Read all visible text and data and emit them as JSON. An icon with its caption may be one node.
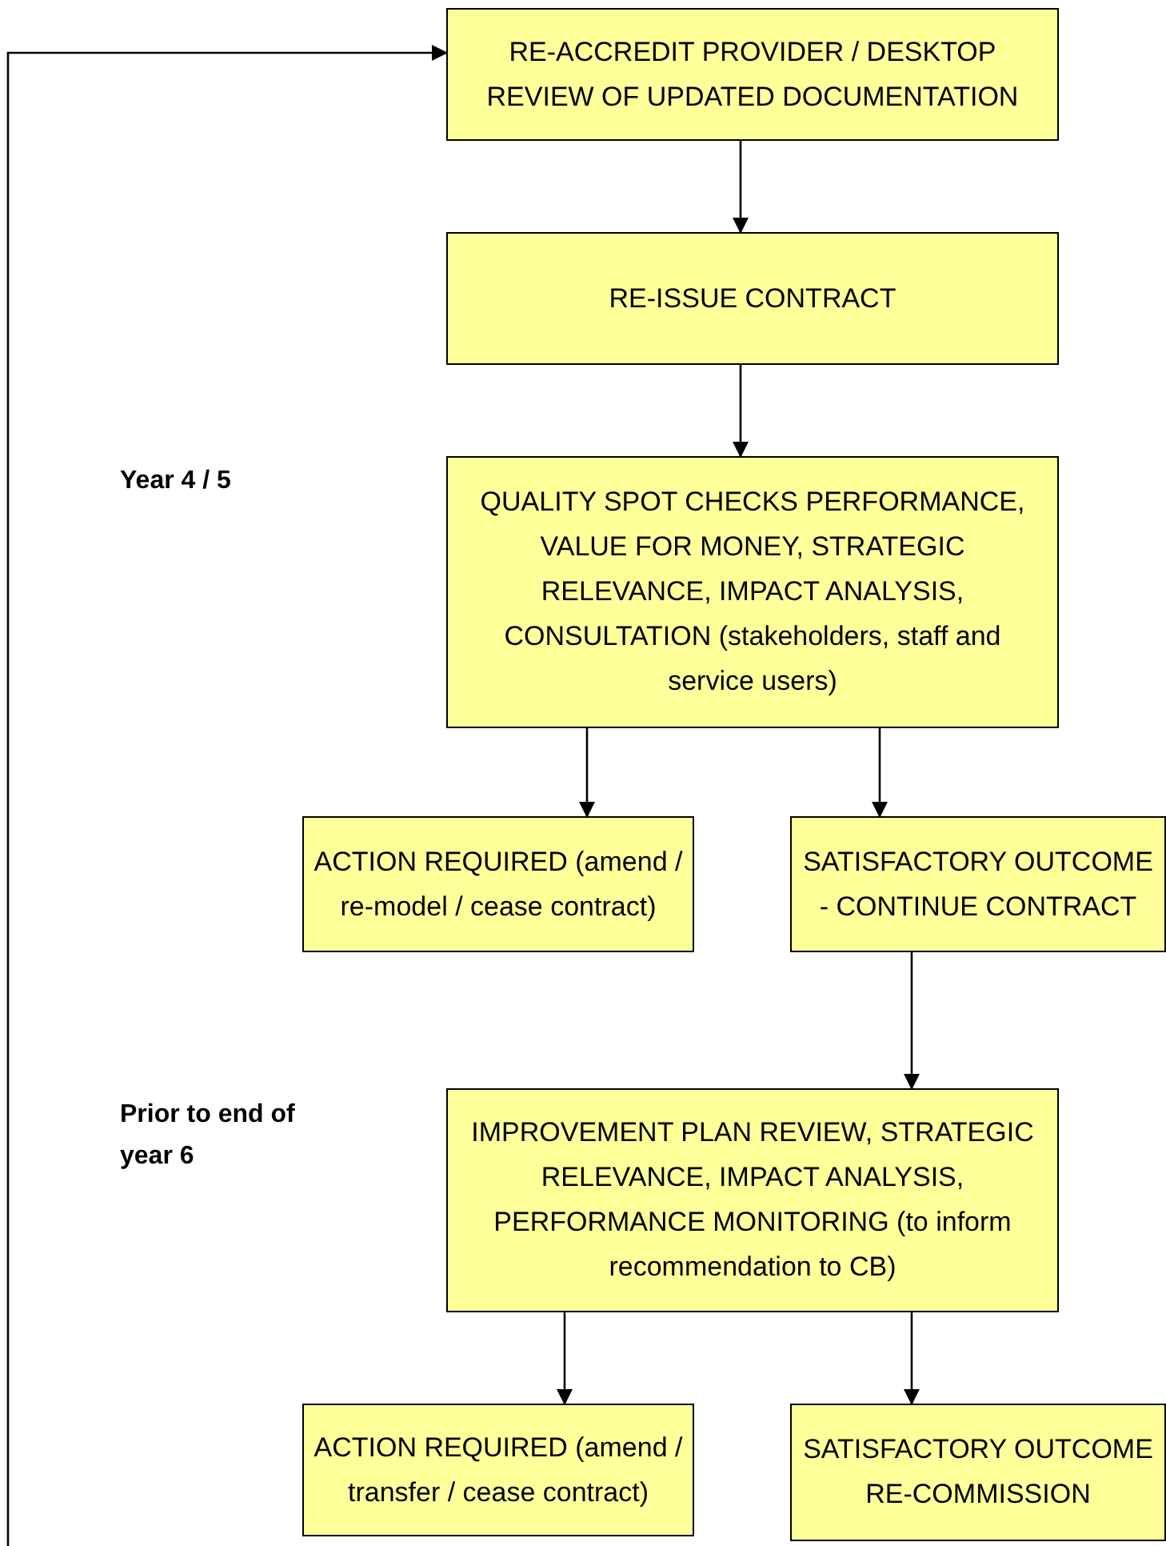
{
  "diagram": {
    "nodes": [
      {
        "text": [
          "RE-ACCREDIT PROVIDER / DESKTOP REVIEW OF UPDATED DOCUMENTATION"
        ]
      },
      {
        "text": [
          "RE-ISSUE CONTRACT"
        ]
      },
      {
        "text": [
          "QUALITY SPOT CHECKS PERFORMANCE, VALUE FOR MONEY, STRATEGIC RELEVANCE, IMPACT ANALYSIS, CONSULTATION (stakeholders, staff and service users)"
        ]
      },
      {
        "text": [
          "ACTION REQUIRED (amend / re-model / cease contract)"
        ]
      },
      {
        "text": [
          "SATISFACTORY OUTCOME - CONTINUE CONTRACT"
        ]
      },
      {
        "text": [
          "IMPROVEMENT PLAN REVIEW, STRATEGIC RELEVANCE, IMPACT ANALYSIS, PERFORMANCE MONITORING (to inform recommendation to CB)"
        ]
      },
      {
        "text": [
          "ACTION REQUIRED (amend / transfer / cease contract)"
        ]
      },
      {
        "text": [
          "SATISFACTORY OUTCOME RE-COMMISSION"
        ]
      }
    ],
    "edges": [
      {
        "from": 0,
        "to": 1,
        "arrow": "to"
      },
      {
        "from": 1,
        "to": 2,
        "arrow": "to"
      },
      {
        "from": 2,
        "to": 3,
        "arrow": "to"
      },
      {
        "from": 2,
        "to": 4,
        "arrow": "to"
      },
      {
        "from": 4,
        "to": 5,
        "arrow": "to"
      },
      {
        "from": 5,
        "to": 6,
        "arrow": "to"
      },
      {
        "from": 5,
        "to": 7,
        "arrow": "to"
      },
      {
        "from": null,
        "to": 0,
        "arrow": "to"
      }
    ],
    "labels": [
      "Year 4 / 5",
      "Prior to end of year 6"
    ]
  }
}
